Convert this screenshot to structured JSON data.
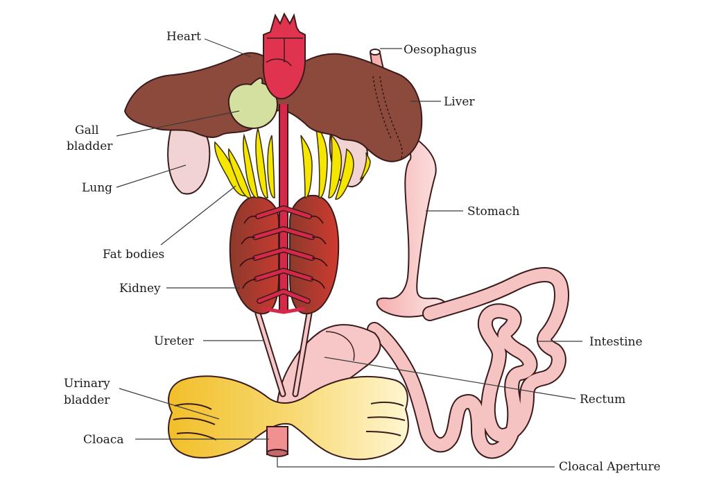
{
  "labels": {
    "heart": "Heart",
    "oesophagus": "Oesophagus",
    "liver": "Liver",
    "gall_1": "Gall",
    "gall_2": "bladder",
    "lung": "Lung",
    "stomach": "Stomach",
    "fat_bodies": "Fat bodies",
    "kidney": "Kidney",
    "ureter": "Ureter",
    "intestine": "Intestine",
    "urinary_1": "Urinary",
    "urinary_2": "bladder",
    "rectum": "Rectum",
    "cloaca": "Cloaca",
    "cloacal_aperture": "Cloacal Aperture"
  },
  "colors": {
    "liver": "#8b4a3c",
    "heart": "#e0334f",
    "gall_bladder": "#d3e0a0",
    "lung": "#f1d3d3",
    "fat_bodies": "#f5e600",
    "kidney": "#a8392c",
    "vessel": "#d5294a",
    "gut": "#f4b4b4",
    "urinary_bladder": "#f5c938"
  }
}
